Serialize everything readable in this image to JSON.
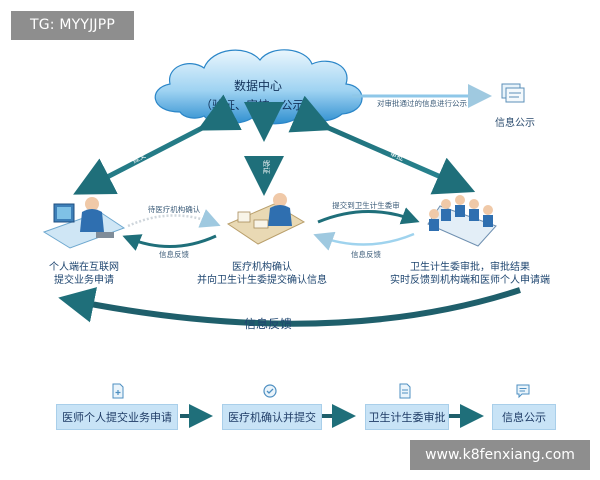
{
  "tag_label": "TG: MYYJJPP",
  "watermark": "www.k8fenxiang.com",
  "cloud": {
    "line1": "数据中心",
    "line2": "（验证、审核、公示）"
  },
  "arrow_labels": {
    "publish": "对审批通过的信息进行公示",
    "submit": "提交",
    "center": "验证",
    "approve": "审批",
    "to_hospital": "待医疗机构确认",
    "feedback_left": "信息反馈",
    "submit_commission": "提交到卫生计生委审",
    "feedback_right": "信息反馈",
    "big_feedback": "信息反馈"
  },
  "nodes": {
    "info_publish": "信息公示",
    "individual": [
      "个人端在互联网",
      "提交业务申请"
    ],
    "hospital": [
      "医疗机构确认",
      "并向卫生计生委提交确认信息"
    ],
    "commission": [
      "卫生计生委审批，审批结果",
      "实时反馈到机构端和医师个人申请端"
    ]
  },
  "steps": [
    {
      "label": "医师个人提交业务申请",
      "icon": "document-plus-icon"
    },
    {
      "label": "医疗机确认并提交",
      "icon": "refresh-check-icon"
    },
    {
      "label": "卫生计生委审批",
      "icon": "document-icon"
    },
    {
      "label": "信息公示",
      "icon": "chat-icon"
    }
  ],
  "colors": {
    "teal": "#1f6f7a",
    "cloud_light": "#dff1fb",
    "cloud_dark": "#2f8fd0",
    "step_fill": "#c8e3f6",
    "step_arrow": "#1f5f6b",
    "tag_bg": "#8e8e8e"
  }
}
